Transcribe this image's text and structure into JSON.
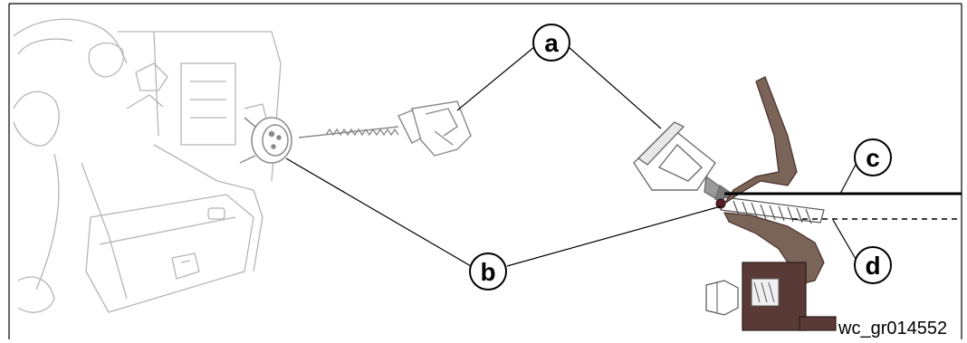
{
  "figure": {
    "callouts": {
      "a": "a",
      "b": "b",
      "c": "c",
      "d": "d"
    },
    "figure_id": "wc_gr014552"
  },
  "colors": {
    "line": "#000000",
    "sketch": "#8a8a8a",
    "engine_sketch": "#b5b5b5",
    "gasket": "#6e5a4a",
    "gasket_dark": "#4a2f2a",
    "fill_block": "#5a3a36"
  }
}
